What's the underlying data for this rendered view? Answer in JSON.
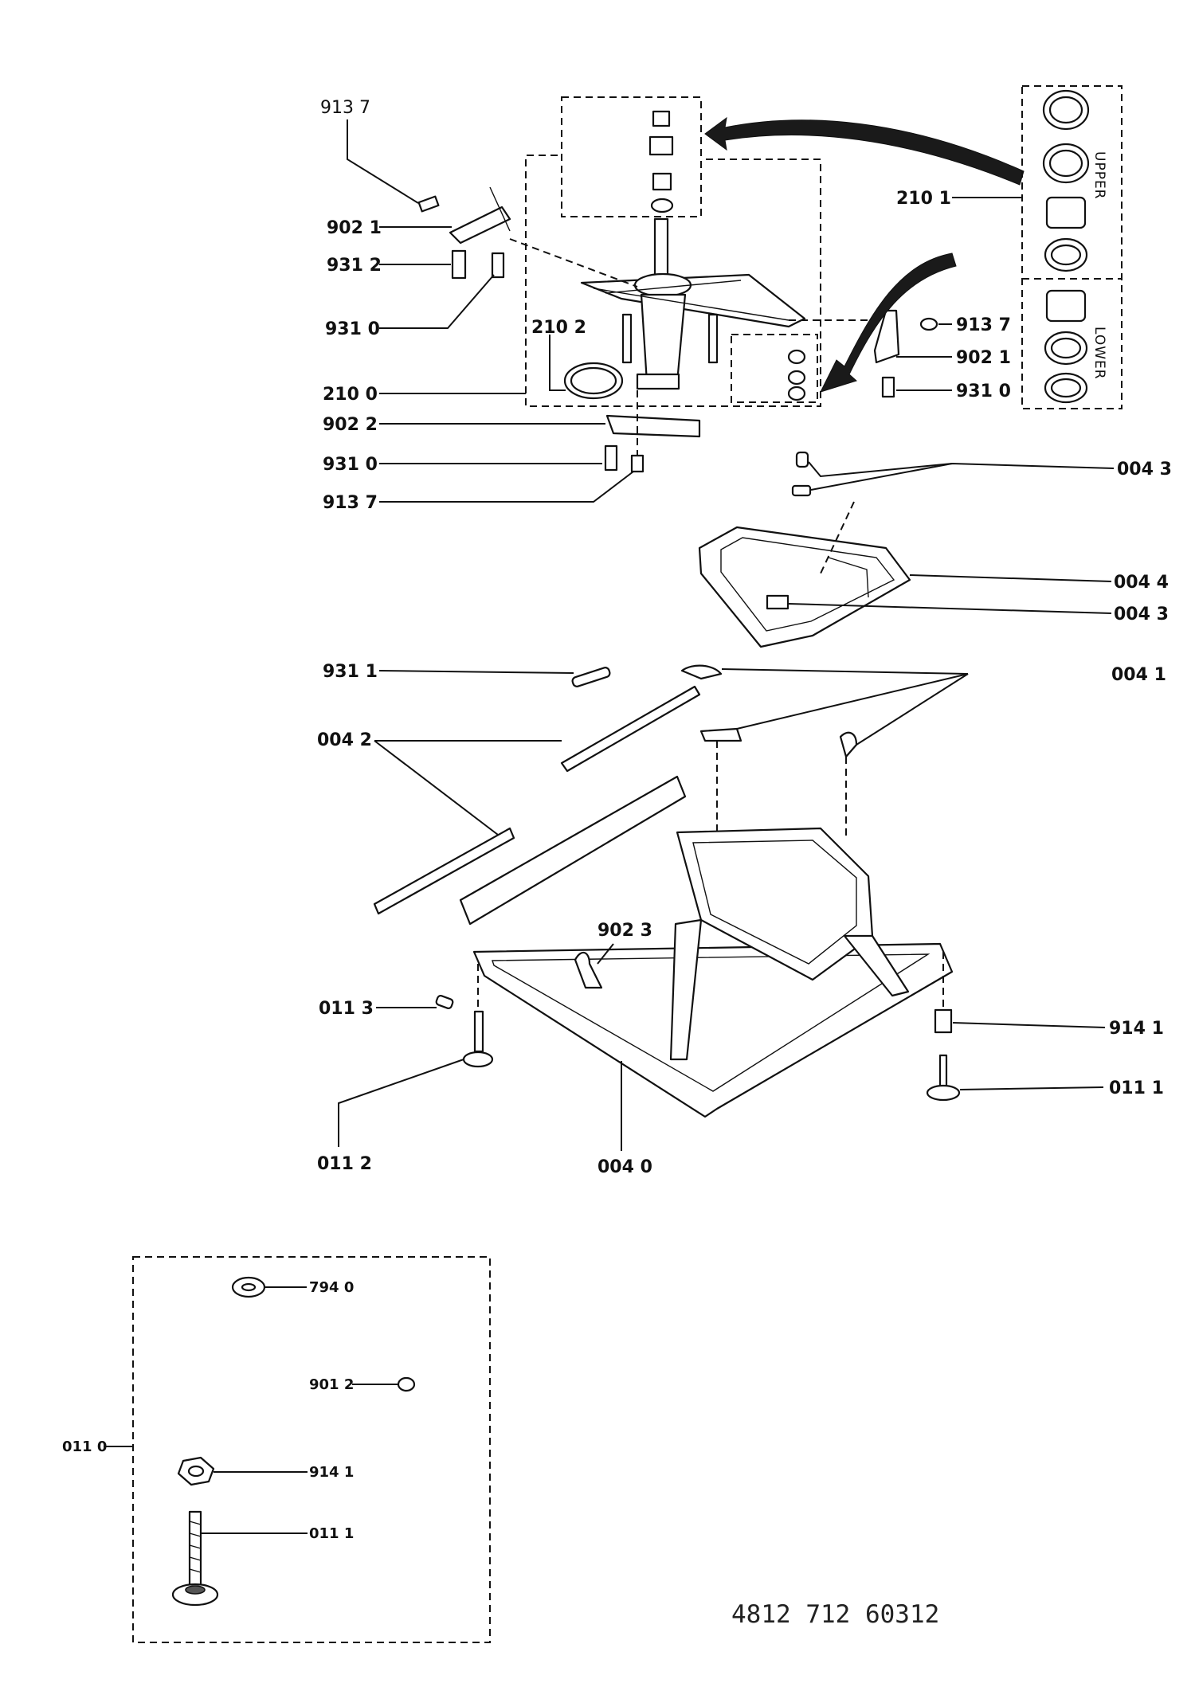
{
  "labels": {
    "p913_7_top": "913  7",
    "p902_1_left": "902 1",
    "p931_2": "931 2",
    "p931_0_left": "931 0",
    "p210_2": "210 2",
    "p210_0": "210 0",
    "p902_2": "902 2",
    "p931_0_mid": "931 0",
    "p913_7_mid": "913 7",
    "p210_1": "210 1",
    "p913_7_right": "913 7",
    "p902_1_right": "902 1",
    "p931_0_right": "931 0",
    "p004_3_top": "004 3",
    "p004_4": "004 4",
    "p004_3_mid": "004 3",
    "p931_1": "931 1",
    "p004_1": "004 1",
    "p004_2": "004 2",
    "p902_3": "902 3",
    "p011_3": "011 3",
    "p914_1_right": "914 1",
    "p011_1_right": "011 1",
    "p011_2": "011 2",
    "p004_0": "004 0",
    "p794_0": "794 0",
    "p901_2": "901 2",
    "p011_0": "011 0",
    "p914_1_box": "914 1",
    "p011_1_box": "011 1"
  },
  "bearing_box": {
    "upper": "UPPER",
    "lower": "LOWER"
  },
  "document_number": "4812  712  60312"
}
